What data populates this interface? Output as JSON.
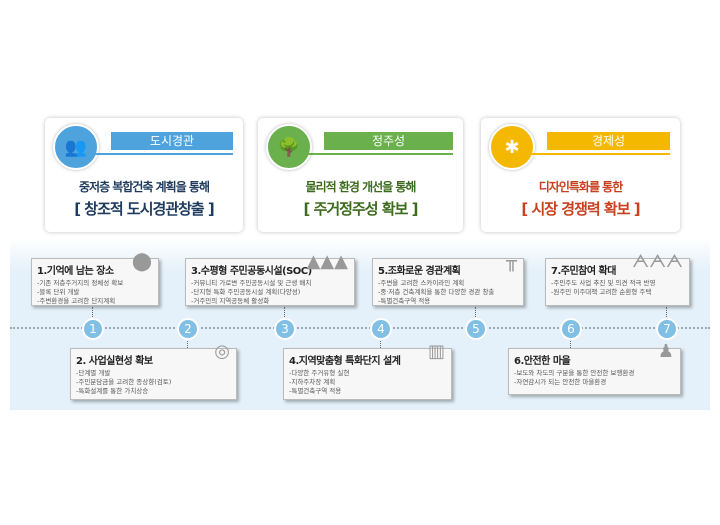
{
  "cards": [
    {
      "tag": "도시경관",
      "line1": "중저층 복합건축 계획을 통해",
      "line2": "[ 창조적 도시경관창출 ]",
      "color": "#4ea3dd",
      "text_color": "#1e3a5c",
      "icon": "people-icon"
    },
    {
      "tag": "정주성",
      "line1": "물리적 환경 개선을 통해",
      "line2": "[ 주거정주성 확보 ]",
      "color": "#6ab04c",
      "text_color": "#3d6b1e",
      "icon": "park-icon"
    },
    {
      "tag": "경제성",
      "line1": "디자인특화를 통한",
      "line2": "[ 시장 경쟁력 확보 ]",
      "color": "#f5b800",
      "text_color": "#c8401e",
      "icon": "network-icon"
    }
  ],
  "steps": [
    {
      "title": "1.기억에 남는 장소",
      "items": [
        "-기존 저층주거지의 정체성 확보",
        "-블록 단위 개발",
        "-주변환경을 고려한 단지계획"
      ],
      "icon": "location-pin-icon"
    },
    {
      "title": "2. 사업실현성 확보",
      "items": [
        "-단계별 개발",
        "-주민분담금을 고려한 종상향(검토)",
        "-특화설계를 통한 가치상승"
      ],
      "icon": "coins-icon"
    },
    {
      "title": "3.수평형 주민공동시설(SOC)",
      "items": [
        "-커뮤니티 가로변 주민공동시설 및 근생 배치",
        "-단지형 특화 주민공동시설 계획(다양성)",
        "-거주민의 지역공동체 활성화"
      ],
      "icon": "group-icon"
    },
    {
      "title": "4.지역맞춤형 특화단지 설계",
      "items": [
        "-다양한 주거유형 실현",
        "-지하주차장 계획",
        "-특별건축구역 적용"
      ],
      "icon": "buildings-icon"
    },
    {
      "title": "5.조화로운 경관계획",
      "items": [
        "-주변을 고려한 스카이라인 계획",
        "-중·저층 건축계획을 통한 다양한 경관 창출",
        "-특별건축구역 적용"
      ],
      "icon": "bench-icon"
    },
    {
      "title": "6.안전한 마을",
      "items": [
        "-보도와 차도의 구분을 통한 안전한 보행환경",
        "-자연감시가 되는 안전한 마을환경"
      ],
      "icon": "police-icon"
    },
    {
      "title": "7.주민참여 확대",
      "items": [
        "-주민주도 사업 추진 및 의견 적극 반영",
        "-원주민 이주대책 고려한 순환형 주택"
      ],
      "icon": "residents-icon"
    }
  ],
  "numbers": [
    "1",
    "2",
    "3",
    "4",
    "5",
    "6",
    "7"
  ]
}
